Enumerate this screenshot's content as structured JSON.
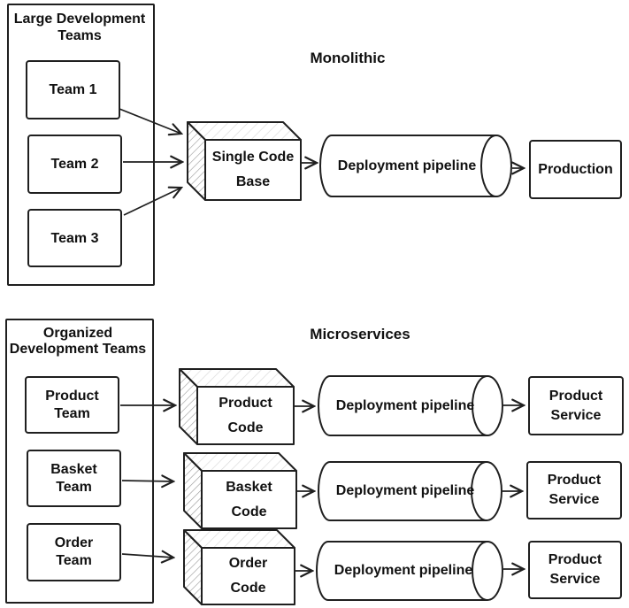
{
  "monolithic": {
    "heading": "Monolithic",
    "container_title": "Large Development\nTeams",
    "teams": [
      {
        "label": "Team 1"
      },
      {
        "label": "Team 2"
      },
      {
        "label": "Team 3"
      }
    ],
    "code_box": "Single Code\nBase",
    "pipeline": "Deployment pipeline",
    "production": "Production"
  },
  "microservices": {
    "heading": "Microservices",
    "container_title": "Organized\nDevelopment Teams",
    "rows": [
      {
        "team": "Product\nTeam",
        "code": "Product\nCode",
        "pipeline": "Deployment pipeline",
        "service": "Product\nService"
      },
      {
        "team": "Basket\nTeam",
        "code": "Basket\nCode",
        "pipeline": "Deployment pipeline",
        "service": "Product\nService"
      },
      {
        "team": "Order\nTeam",
        "code": "Order\nCode",
        "pipeline": "Deployment pipeline",
        "service": "Product\nService"
      }
    ]
  },
  "colors": {
    "stroke": "#1f1f1f",
    "text": "#111111",
    "background": "#ffffff",
    "hatch_light": "#d9d9d9",
    "hatch_dark": "#999999"
  }
}
